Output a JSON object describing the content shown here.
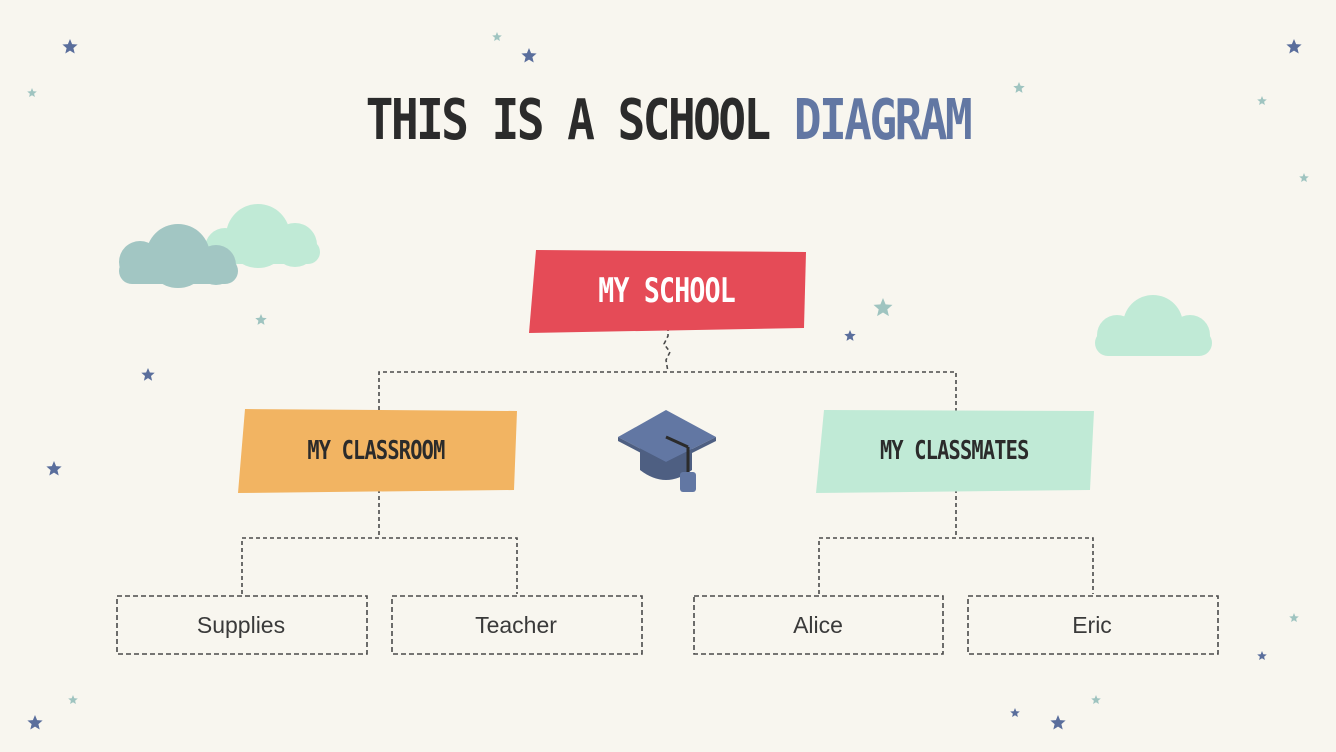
{
  "title": {
    "main": "THIS IS A SCHOOL",
    "accent": "DIAGRAM"
  },
  "root": {
    "label": "MY SCHOOL"
  },
  "branches": [
    {
      "label": "MY CLASSROOM",
      "children": [
        "Supplies",
        "Teacher"
      ]
    },
    {
      "label": "MY CLASSMATES",
      "children": [
        "Alice",
        "Eric"
      ]
    }
  ],
  "colors": {
    "background": "#f8f6ef",
    "root": "#e54b57",
    "branch_left": "#f2b462",
    "branch_right": "#c0ead6",
    "accent": "#6277a3",
    "cloud_teal": "#a2c6c3",
    "cloud_mint": "#c0ead6"
  },
  "icons": {
    "center": "graduation-cap-icon"
  }
}
